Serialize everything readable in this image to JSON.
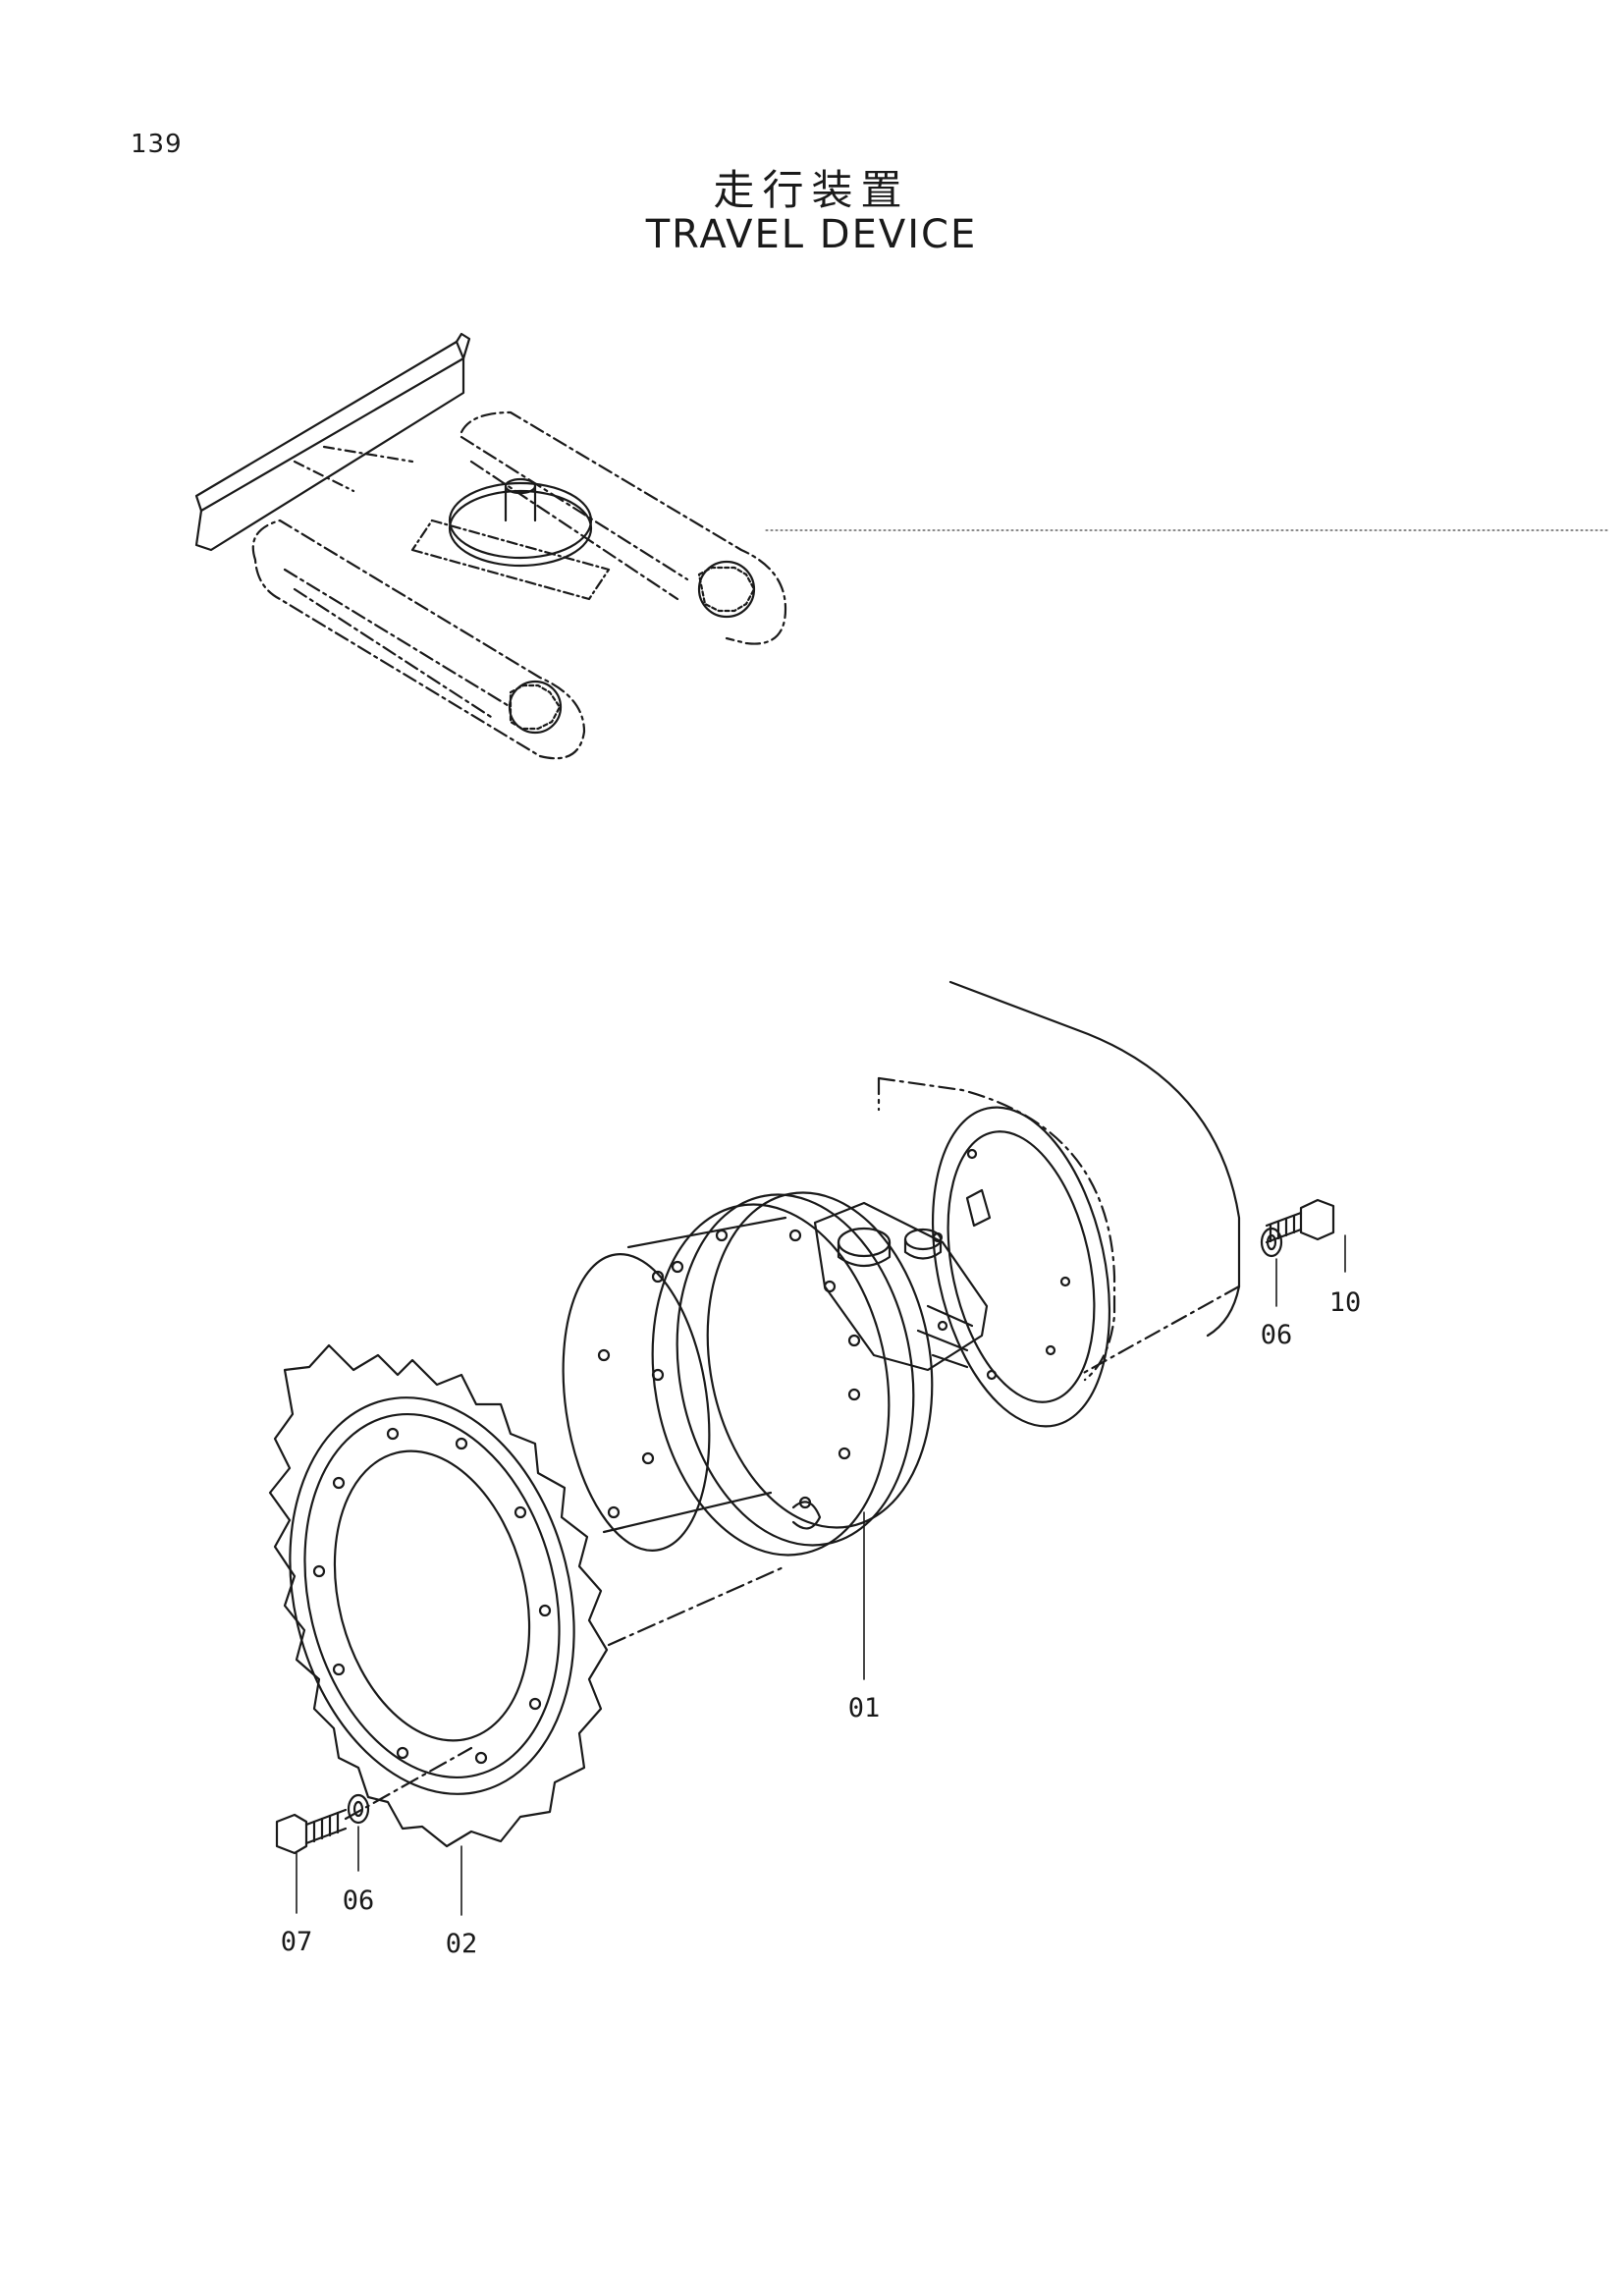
{
  "page": {
    "number": "139",
    "title_jp": "走行装置",
    "title_en": "TRAVEL DEVICE"
  },
  "callouts": [
    {
      "id": "01",
      "label": "01"
    },
    {
      "id": "02",
      "label": "02"
    },
    {
      "id": "06a",
      "label": "06"
    },
    {
      "id": "06b",
      "label": "06"
    },
    {
      "id": "07",
      "label": "07"
    },
    {
      "id": "10",
      "label": "10"
    }
  ],
  "colors": {
    "ink": "#1a1a1a",
    "paper": "#ffffff"
  }
}
